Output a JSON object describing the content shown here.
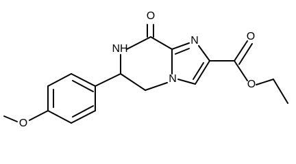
{
  "diagram": {
    "labels": {
      "ketone_oxygen": "O",
      "amide_nitrogen": "NH",
      "imidazole_nitrogen_top": "N",
      "imidazole_nitrogen_bottom": "N",
      "ester_carbonyl_oxygen": "O",
      "ester_ether_oxygen": "O",
      "methoxy_oxygen": "O"
    },
    "colors": {
      "bond": "#000000",
      "background": "#ffffff"
    }
  }
}
